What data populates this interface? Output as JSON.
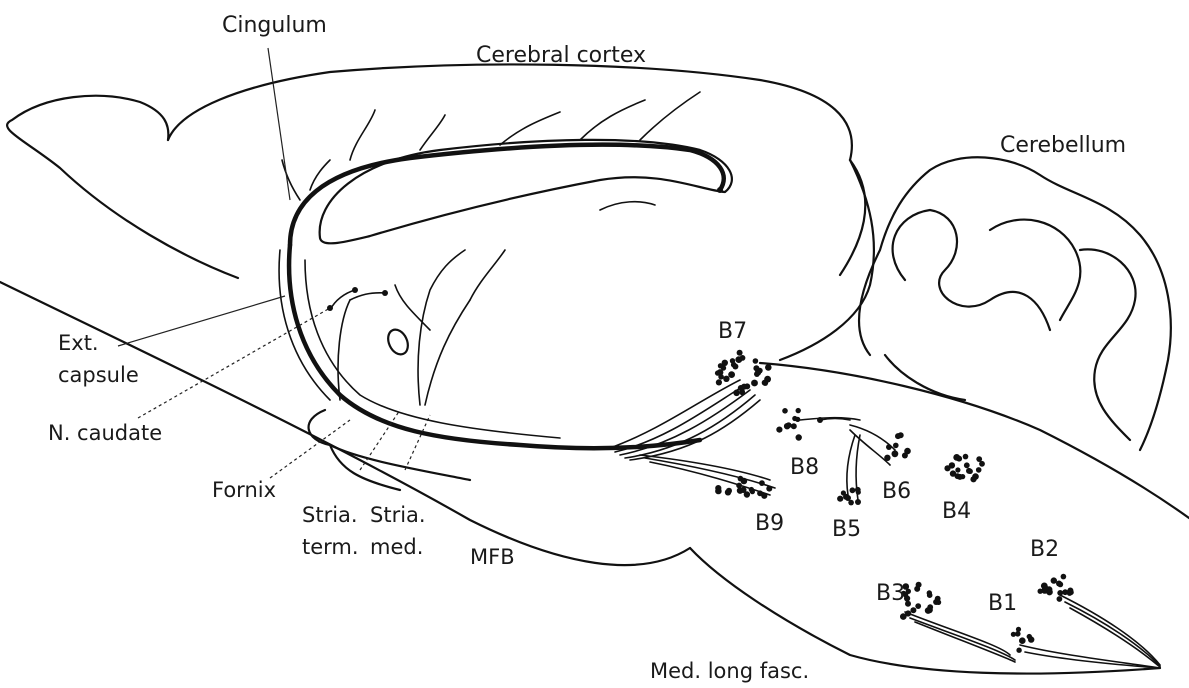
{
  "labels": {
    "cingulum": "Cingulum",
    "cerebral_cortex": "Cerebral cortex",
    "cerebellum": "Cerebellum",
    "ext_capsule_1": "Ext.",
    "ext_capsule_2": "capsule",
    "n_caudate": "N. caudate",
    "fornix": "Fornix",
    "stria_term_1": "Stria.",
    "stria_term_2": "term.",
    "stria_med_1": "Stria.",
    "stria_med_2": "med.",
    "mfb": "MFB",
    "med_long_fasc": "Med. long fasc."
  },
  "nuclei": {
    "b1": "B1",
    "b2": "B2",
    "b3": "B3",
    "b4": "B4",
    "b5": "B5",
    "b6": "B6",
    "b7": "B7",
    "b8": "B8",
    "b9": "B9"
  }
}
